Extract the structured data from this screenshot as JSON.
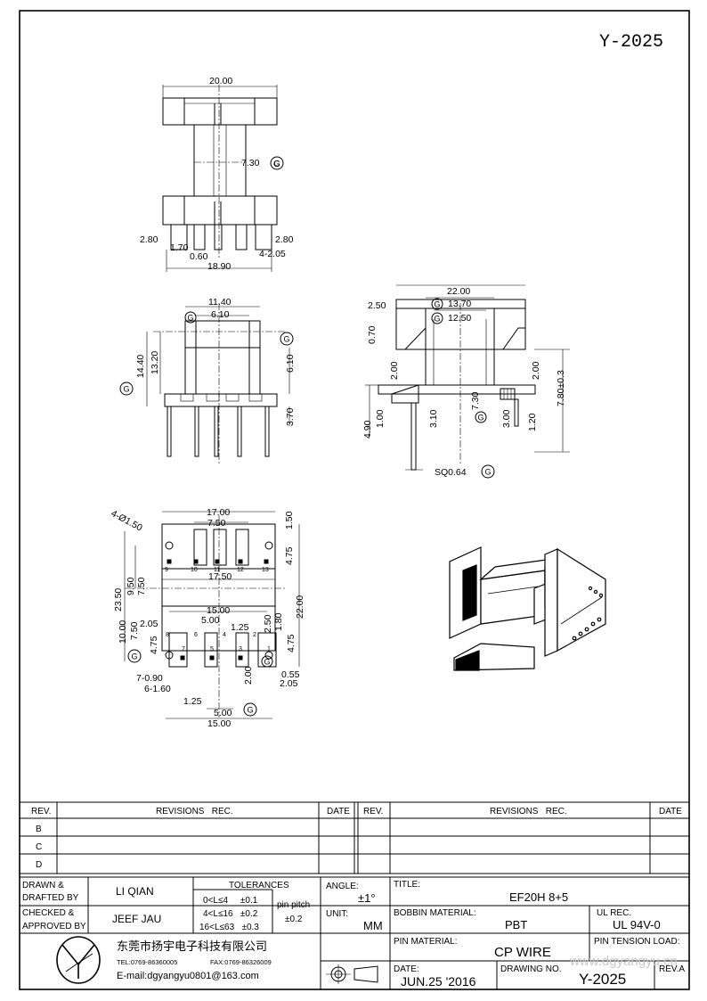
{
  "header": {
    "drawing_code": "Y-2025"
  },
  "views": {
    "front": {
      "width": "20.00",
      "core": "7.30",
      "pin_w": "2.80",
      "pin_w_r": "2.80",
      "gap": "1.70",
      "pin_gap": "0.60",
      "pin_span": "4-2.05",
      "base": "18.90"
    },
    "side": {
      "w1": "11.40",
      "w2": "6.10",
      "h1": "14.40",
      "h2": "13.20",
      "flange": "6.10",
      "pin_len": "3.70"
    },
    "section": {
      "w1": "22.00",
      "w2": "13.70",
      "w3": "12.50",
      "top": "2.50",
      "lip": "0.70",
      "step_l": "2.00",
      "step_r": "2.00",
      "bore": "7.30",
      "h_r": "7.80±0.3",
      "pin_h": "4.90",
      "base_t": "1.00",
      "d1": "3.10",
      "d2": "3.00",
      "d3": "1.20",
      "pin_sq": "SQ0.64"
    },
    "bottom": {
      "holes": "4-Ø1.50",
      "w1": "17.00",
      "w2": "7.50",
      "w3": "17.50",
      "w4": "15.00",
      "w5": "5.00",
      "w6": "1.25",
      "w7": "5.00",
      "w8": "1.25",
      "w9": "15.00",
      "h1": "23.50",
      "h2": "9.50",
      "h3": "7.50",
      "h4": "10.00",
      "h5": "7.50",
      "h6": "4.75",
      "h7": "2.05",
      "r1": "1.50",
      "r2": "4.75",
      "r3": "22.00",
      "r4": "2.50",
      "r5": "1.80",
      "r6": "4.75",
      "r7": "2.00",
      "r8": "0.55",
      "r9": "2.05",
      "p1": "7-0.90",
      "p2": "6-1.60",
      "pin_numbers": [
        "9",
        "10",
        "11",
        "12",
        "13",
        "8",
        "6",
        "4",
        "2",
        "7",
        "5",
        "3",
        "1"
      ]
    },
    "gdt_symbol": "G"
  },
  "revisions": {
    "col_rev": "REV.",
    "col_rec": "REVISIONS   REC.",
    "col_date": "DATE",
    "rows": [
      "B",
      "C",
      "D"
    ]
  },
  "title_block": {
    "drawn_label": "DRAWN &\nDRAFTED BY",
    "drawn_value": "LI QIAN",
    "checked_label": "CHECKED &\nAPPROVED BY",
    "checked_value": "JEEF JAU",
    "tolerances_label": "TOLERANCES",
    "tol1": "0<L≤4     ±0.1",
    "tol2": "4<L≤16   ±0.2",
    "tol3": "16<L≤63   ±0.3",
    "pin_pitch_label": "pin pitch",
    "pin_pitch_value": "±0.2",
    "angle_label": "ANGLE:",
    "angle_value": "±1°",
    "unit_label": "UNIT:",
    "unit_value": "MM",
    "title_label": "TITLE:",
    "title_value": "EF20H  8+5",
    "bobbin_label": "BOBBIN MATERIAL:",
    "bobbin_value": "PBT",
    "ul_label": "UL REC.",
    "ul_value": "UL 94V-0",
    "pin_material_label": "PIN MATERIAL:",
    "pin_material_value": "CP WIRE",
    "pin_tension_label": "PIN TENSION LOAD:",
    "date_label": "DATE:",
    "date_value": "JUN.25 '2016",
    "drawing_no_label": "DRAWING NO.",
    "drawing_no_value": "Y-2025",
    "rev_label": "REV.A",
    "company": "东莞市扬宇电子科技有限公司",
    "tel": "TEL:0769-86360005",
    "fax": "FAX:0769-86326009",
    "email": "E-mail:dgyangyu0801@163.com",
    "watermark": "www.dgyangyu.cn"
  },
  "colors": {
    "line": "#000000",
    "paper": "#ffffff",
    "watermark": "#c8c8c8"
  }
}
